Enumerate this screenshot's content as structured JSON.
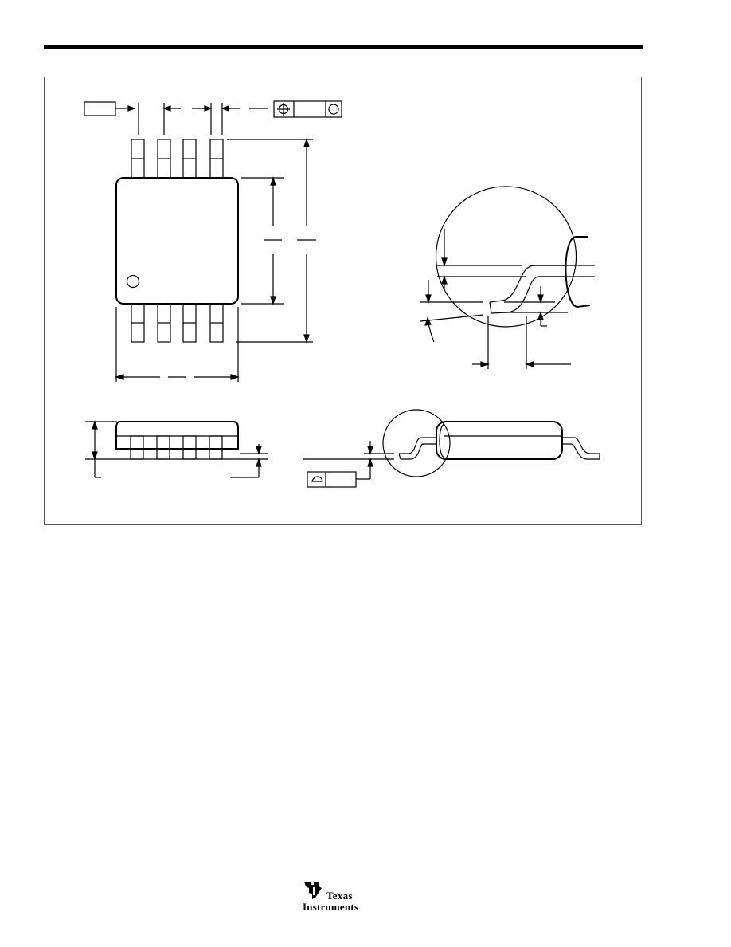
{
  "page": {
    "background": "#ffffff",
    "ink_color": "#000000"
  },
  "drawing": {
    "views": [
      "top-view",
      "detail-a",
      "side-view",
      "end-view"
    ],
    "pin_count": 8,
    "icons": {
      "position_tolerance": "position-tolerance-icon",
      "flatness": "flatness-icon"
    }
  },
  "footer": {
    "logo_icon": "ti-logo-icon",
    "logo_line1": "Texas",
    "logo_line2": "Instruments"
  }
}
